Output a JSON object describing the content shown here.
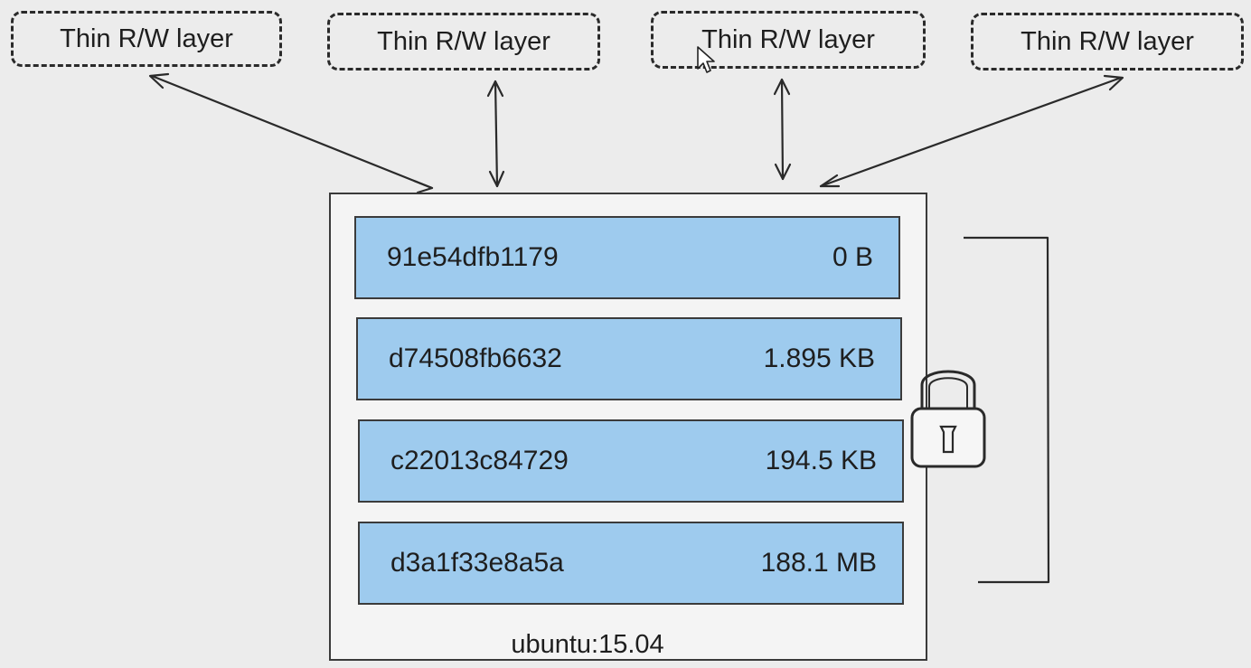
{
  "rw_layers": [
    {
      "label": "Thin R/W layer"
    },
    {
      "label": "Thin R/W layer"
    },
    {
      "label": "Thin R/W layer"
    },
    {
      "label": "Thin R/W layer"
    }
  ],
  "image": {
    "name": "ubuntu:15.04",
    "layers": [
      {
        "id": "91e54dfb1179",
        "size": "0 B"
      },
      {
        "id": "d74508fb6632",
        "size": "1.895 KB"
      },
      {
        "id": "c22013c84729",
        "size": "194.5 KB"
      },
      {
        "id": "d3a1f33e8a5a",
        "size": "188.1 MB"
      }
    ]
  },
  "icons": {
    "lock": "lock-icon",
    "cursor": "mouse-cursor-icon"
  },
  "colors": {
    "layer_fill": "#9ecbee",
    "background": "#ececec",
    "stroke": "#2a2a2a"
  }
}
